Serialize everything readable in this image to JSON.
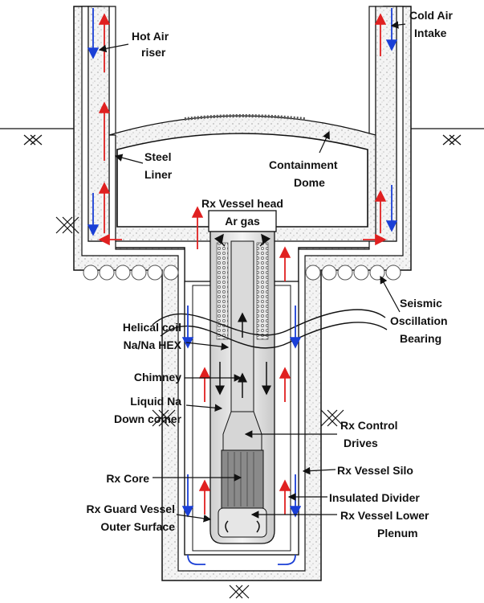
{
  "labels": {
    "hot_air_riser": [
      "Hot Air",
      "riser"
    ],
    "cold_air_intake": [
      "Cold Air",
      "Intake"
    ],
    "steel_liner": [
      "Steel",
      "Liner"
    ],
    "containment_dome": [
      "Containment",
      "Dome"
    ],
    "rx_vessel_head": "Rx Vessel head",
    "ar_gas": "Ar gas",
    "seismic_bearing": [
      "Seismic",
      "Oscillation",
      "Bearing"
    ],
    "helical_coil": [
      "Helical coil",
      "Na/Na HEX"
    ],
    "chimney": "Chimney",
    "liquid_na": [
      "Liquid Na",
      "Down comer"
    ],
    "rx_control_drives": [
      "Rx Control",
      "Drives"
    ],
    "rx_vessel_silo": "Rx Vessel Silo",
    "rx_core": "Rx Core",
    "insulated_divider": "Insulated Divider",
    "rx_guard_vessel": [
      "Rx Guard Vessel",
      "Outer Surface"
    ],
    "rx_vessel_lower_plenum": [
      "Rx Vessel Lower",
      "Plenum"
    ]
  },
  "colors": {
    "hot_flow": "#e02020",
    "cold_flow": "#1a3fd6",
    "concrete": "#efefef",
    "line": "#111111"
  }
}
